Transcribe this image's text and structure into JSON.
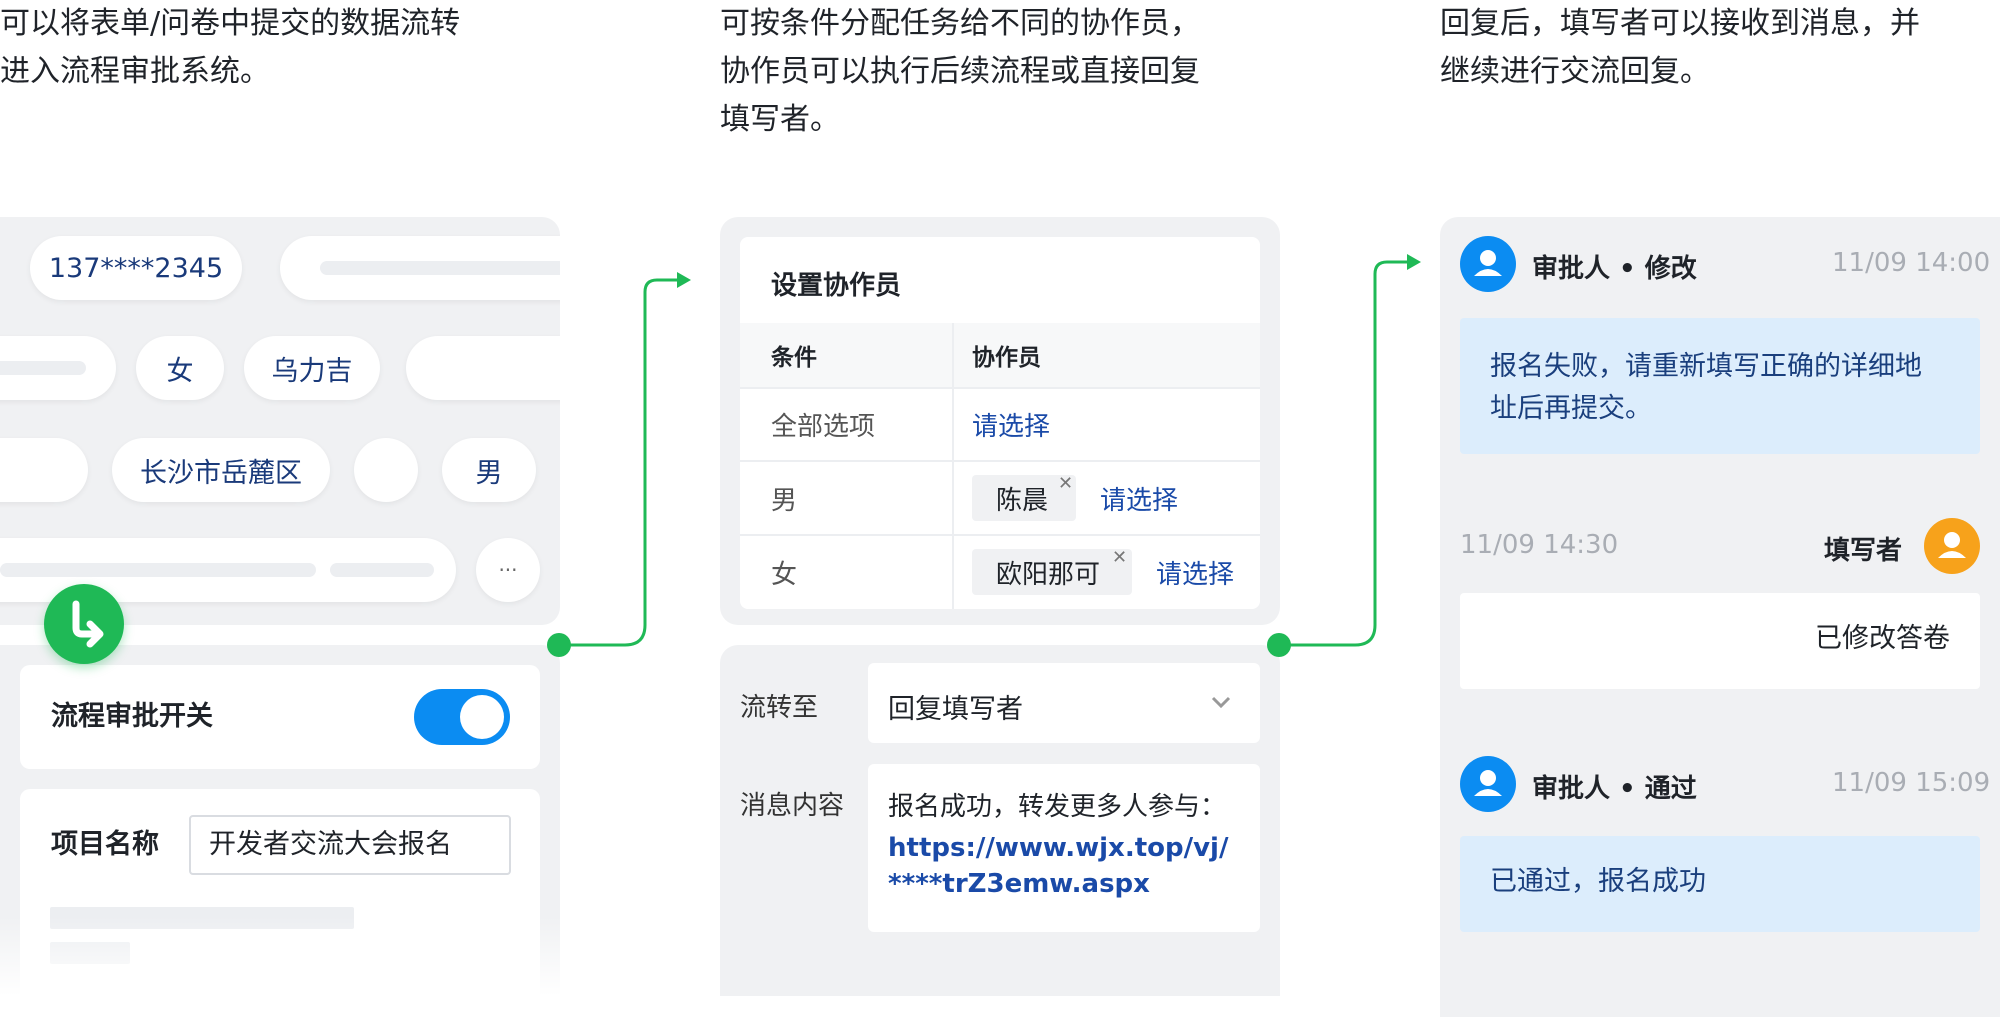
{
  "descriptions": [
    "可以将表单/问卷中提交的数据流转\n进入流程审批系统。",
    "可按条件分配任务给不同的协作员，\n协作员可以执行后续流程或直接回复\n填写者。",
    "回复后，填写者可以接收到消息，并\n继续进行交流回复。"
  ],
  "form_panel": {
    "pills": [
      "137****2345",
      "女",
      "乌力吉",
      "长沙市岳麓区",
      "男",
      "···"
    ],
    "toggle_label": "流程审批开关",
    "toggle_on": true,
    "project_label": "项目名称",
    "project_value": "开发者交流大会报名"
  },
  "collab_panel": {
    "title": "设置协作员",
    "col_condition": "条件",
    "col_collaborator": "协作员",
    "rows": [
      {
        "condition": "全部选项",
        "tag": "",
        "select": "请选择"
      },
      {
        "condition": "男",
        "tag": "陈晨",
        "select": "请选择"
      },
      {
        "condition": "女",
        "tag": "欧阳那可",
        "select": "请选择"
      }
    ],
    "flow_label": "流转至",
    "flow_value": "回复填写者",
    "message_label": "消息内容",
    "message_text": "报名成功，转发更多人参与：",
    "message_link": "https://www.wjx.top/vj/\n****trZ3emw.aspx"
  },
  "chat_panel": {
    "messages": [
      {
        "sender": "审批人 • 修改",
        "time": "11/09 14:00",
        "text": "报名失败，请重新填写正确的详细地\n址后再提交。"
      },
      {
        "sender": "填写者",
        "time": "11/09 14:30",
        "text": "已修改答卷"
      },
      {
        "sender": "审批人 • 通过",
        "time": "11/09 15:09",
        "text": "已通过，报名成功"
      }
    ]
  },
  "colors": {
    "accent_blue": "#0b8cf2",
    "flow_green": "#1fb956",
    "avatar_orange": "#f7a21b",
    "bubble_blue": "#dcedfc",
    "link_navy": "#1a4aa8"
  },
  "icons": [
    "flow-branch-icon",
    "user-icon",
    "chevron-down-icon",
    "close-icon",
    "arrow-right-icon"
  ]
}
